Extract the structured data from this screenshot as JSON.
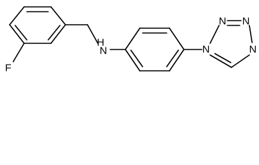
{
  "molecule": {
    "atom_labels": {
      "fluorine": "F",
      "amine": "N",
      "amine_hydrogen": "H",
      "tetrazole_n1": "N",
      "tetrazole_n2": "N",
      "tetrazole_n3": "N",
      "tetrazole_n4": "N"
    },
    "colors": {
      "bond": "#000000",
      "label": "#000000",
      "background": "#ffffff"
    }
  }
}
